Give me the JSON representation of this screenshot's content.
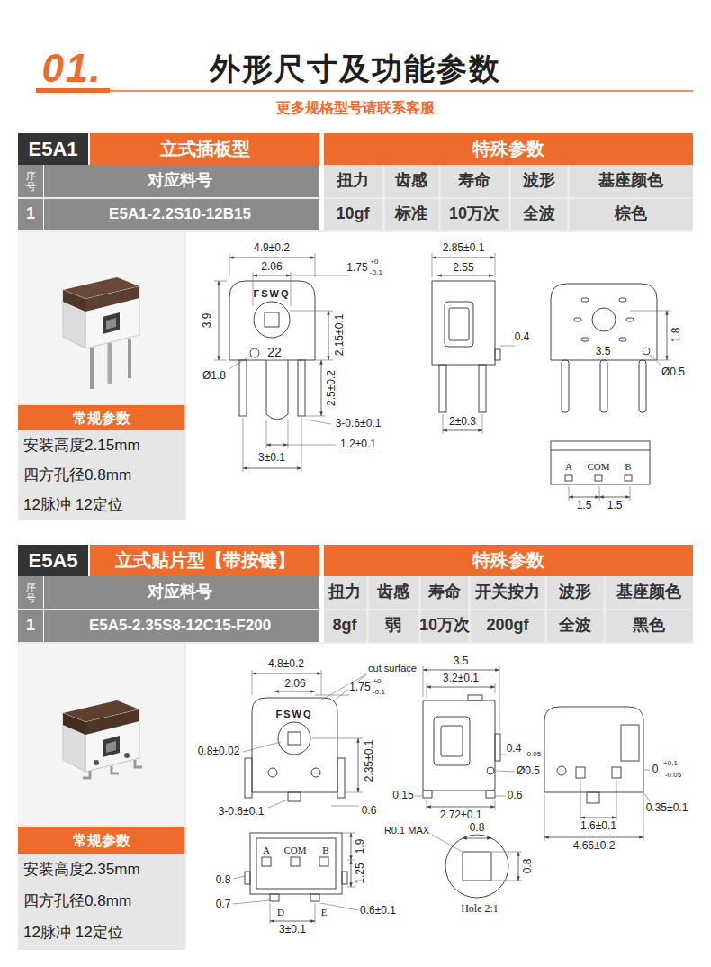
{
  "diagram": {
    "title": "外形尺寸及功能参数",
    "caption": "更多规格型号请联系客服",
    "nodes": [
      {
        "text": [
          "E5A1"
        ]
      },
      {
        "text": [
          "立式插板型"
        ]
      },
      {
        "text": [
          "特殊参数"
        ]
      },
      {
        "text": [
          "常规参数",
          "安装高度2.15mm",
          "四方孔径0.8mm",
          "12脉冲 12定位"
        ]
      },
      {
        "text": [
          "E5A5"
        ]
      },
      {
        "text": [
          "立式贴片型【带按键】"
        ]
      },
      {
        "text": [
          "特殊参数"
        ]
      },
      {
        "text": [
          "常规参数",
          "安装高度2.35mm",
          "四方孔径0.8mm",
          "12脉冲 12定位"
        ]
      }
    ],
    "labels": [
      "01.",
      "序号",
      "对应料号",
      "扭力",
      "齿感",
      "寿命",
      "波形",
      "基座颜色",
      "1",
      "E5A1-2.2S10-12B15",
      "10gf",
      "标准",
      "10万次",
      "全波",
      "棕色",
      "4.9±0.2",
      "2.06",
      "1.75",
      "+0",
      "-0.1",
      "FSWQ",
      "3.9",
      "22",
      "2.15±0.1",
      "Ø1.8",
      "2.5±0.2",
      "3-0.6±0.1",
      "1.2±0.1",
      "3±0.1",
      "2.85±0.1",
      "2.55",
      "0.4",
      "2±0.3",
      "1.8",
      "3.5",
      "Ø0.5",
      "A",
      "COM",
      "B",
      "1.5",
      "1.5",
      "序号",
      "对应料号",
      "扭力",
      "齿感",
      "寿命",
      "开关按力",
      "波形",
      "基座颜色",
      "1",
      "E5A5-2.35S8-12C15-F200",
      "8gf",
      "弱",
      "10万次",
      "200gf",
      "全波",
      "黑色",
      "4.8±0.2",
      "cut surface",
      "2.06",
      "1.75",
      "+0",
      "-0.1",
      "FSWQ",
      "0.8±0.02",
      "2.35±0.1",
      "3-0.6±0.1",
      "0.6",
      "3.5",
      "3.2±0.1",
      "0.4",
      "-0.05",
      "Ø0.5",
      "0.15",
      "2.72±0.1",
      "0.6",
      "0",
      "+0.1",
      "-0.05",
      "0.35±0.1",
      "1.6±0.1",
      "4.66±0.2",
      "A",
      "COM",
      "B",
      "1.9",
      "1.25",
      "0.8",
      "0.7",
      "D",
      "E",
      "3±0.1",
      "0.6±0.1",
      "R0.1 MAX",
      "0.8",
      "0.8",
      "Hole 2:1"
    ]
  }
}
